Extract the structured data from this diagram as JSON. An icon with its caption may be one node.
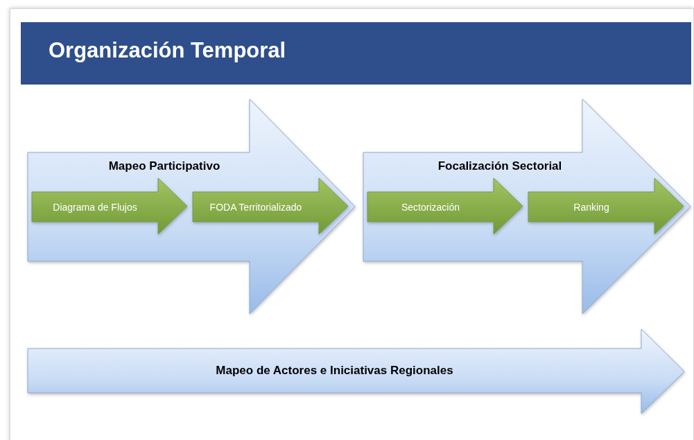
{
  "diagram": {
    "title": "Organización Temporal",
    "nodes": [
      {
        "text": [
          "Mapeo Participativo"
        ]
      },
      {
        "text": [
          "Diagrama de Flujos"
        ],
        "in": 0
      },
      {
        "text": [
          "FODA Territorializado"
        ],
        "in": 0
      },
      {
        "text": [
          "Focalización Sectorial"
        ]
      },
      {
        "text": [
          "Sectorización"
        ],
        "in": 3
      },
      {
        "text": [
          "Ranking"
        ],
        "in": 3
      },
      {
        "text": [
          "Mapeo de Actores e Iniciativas Regionales"
        ]
      }
    ]
  }
}
